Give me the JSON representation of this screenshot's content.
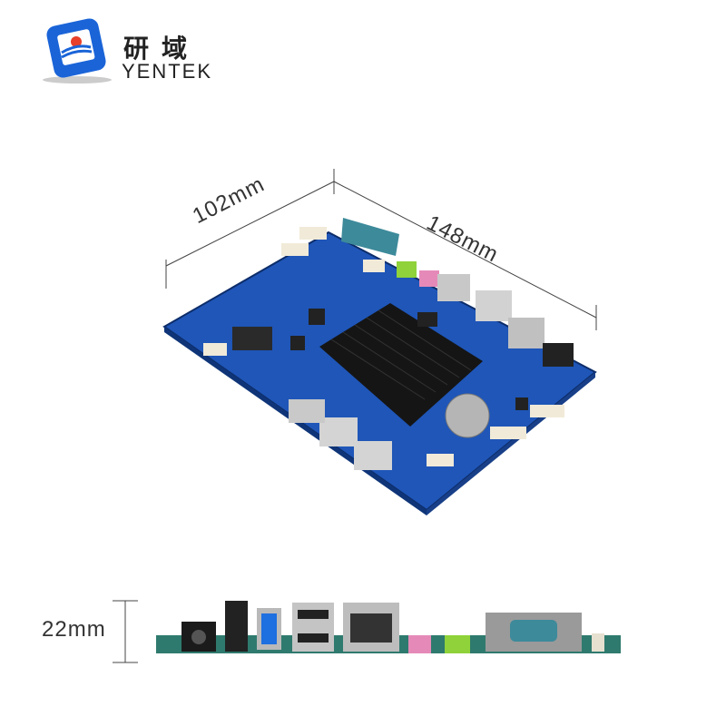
{
  "brand": {
    "name_cn": "研域",
    "name_en": "YENTEK"
  },
  "dimensions": {
    "width": "102mm",
    "length": "148mm",
    "height": "22mm"
  },
  "colors": {
    "board": "#1f56b8",
    "heatsink": "#151515",
    "logo_blue": "#1a64d8",
    "usb3": "#1e6fe0",
    "audio_pink": "#e58ab8",
    "audio_green": "#8fd23a",
    "serial": "#3d8a9a"
  }
}
